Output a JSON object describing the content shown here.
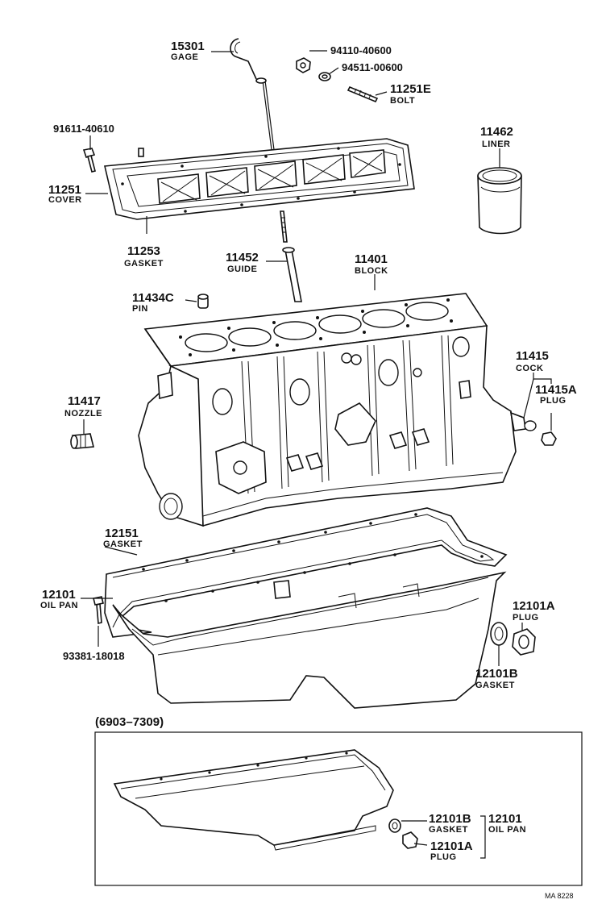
{
  "parts": {
    "gage": {
      "number": "15301",
      "name": "GAGE"
    },
    "nut": {
      "number": "94110-40600"
    },
    "washer": {
      "number": "94511-00600"
    },
    "bolt_e": {
      "number": "11251E",
      "name": "BOLT"
    },
    "bolt_cover": {
      "number": "91611-40610"
    },
    "cover": {
      "number": "11251",
      "name": "COVER"
    },
    "cover_gasket": {
      "number": "11253",
      "name": "GASKET"
    },
    "liner": {
      "number": "11462",
      "name": "LINER"
    },
    "guide": {
      "number": "11452",
      "name": "GUIDE"
    },
    "block": {
      "number": "11401",
      "name": "BLOCK"
    },
    "pin": {
      "number": "11434C",
      "name": "PIN"
    },
    "cock": {
      "number": "11415",
      "name": "COCK"
    },
    "plug_cock": {
      "number": "11415A",
      "name": "PLUG"
    },
    "nozzle": {
      "number": "11417",
      "name": "NOZZLE"
    },
    "pan_gasket": {
      "number": "12151",
      "name": "GASKET"
    },
    "oil_pan": {
      "number": "12101",
      "name": "OIL PAN"
    },
    "pan_bolt": {
      "number": "93381-18018"
    },
    "drain_plug": {
      "number": "12101A",
      "name": "PLUG"
    },
    "drain_gasket": {
      "number": "12101B",
      "name": "GASKET"
    }
  },
  "inset": {
    "period": "(6903–7309)",
    "gasket": {
      "number": "12101B",
      "name": "GASKET"
    },
    "plug": {
      "number": "12101A",
      "name": "PLUG"
    },
    "oil_pan": {
      "number": "12101",
      "name": "OIL PAN"
    }
  },
  "diagram_code": "MA 8228"
}
